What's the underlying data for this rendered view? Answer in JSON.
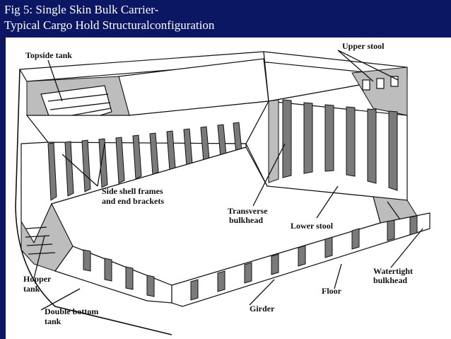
{
  "slide": {
    "title_line1": "Fig 5: Single Skin Bulk Carrier-",
    "title_line2": "Typical Cargo Hold Structuralconfiguration"
  },
  "labels": {
    "topside_tank": "Topside tank",
    "upper_stool": "Upper stool",
    "side_shell_line1": "Side shell frames",
    "side_shell_line2": "and end brackets",
    "transverse_line1": "Transverse",
    "transverse_line2": "bulkhead",
    "lower_stool": "Lower stool",
    "hopper_line1": "Hopper",
    "hopper_line2": "tank",
    "watertight_line1": "Watertight",
    "watertight_line2": "bulkhead",
    "floor": "Floor",
    "girder": "Girder",
    "double_bottom_line1": "Double bottom",
    "double_bottom_line2": "tank"
  },
  "colors": {
    "slide_background": "#0b1763",
    "title_text": "#ffffff",
    "figure_background": "#ffffff"
  }
}
